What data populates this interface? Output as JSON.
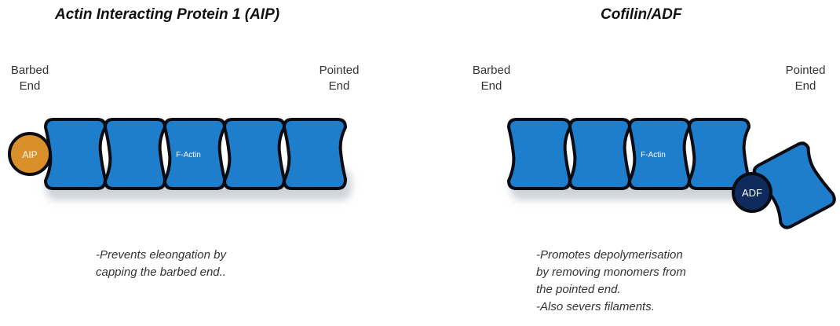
{
  "left_panel": {
    "title": "Actin Interacting Protein 1 (AIP)",
    "barbed_label": "Barbed\nEnd",
    "pointed_label": "Pointed\nEnd",
    "actin_label": "F-Actin",
    "cap_protein": "AIP",
    "caption": "-Prevents eleongation by\ncapping the barbed end.."
  },
  "right_panel": {
    "title": "Cofilin/ADF",
    "barbed_label": "Barbed\nEnd",
    "pointed_label": "Pointed\nEnd",
    "actin_label": "F-Actin",
    "severing_protein": "ADF",
    "caption": "-Promotes depolymerisation\nby removing monomers from\nthe pointed end.\n-Also severs filaments."
  },
  "colors": {
    "monomer_fill": "#1f7ecb",
    "monomer_stroke": "#0b0b14",
    "aip": "#d9902a",
    "adf": "#0f2a5c",
    "shadow": "#cfd4da"
  }
}
